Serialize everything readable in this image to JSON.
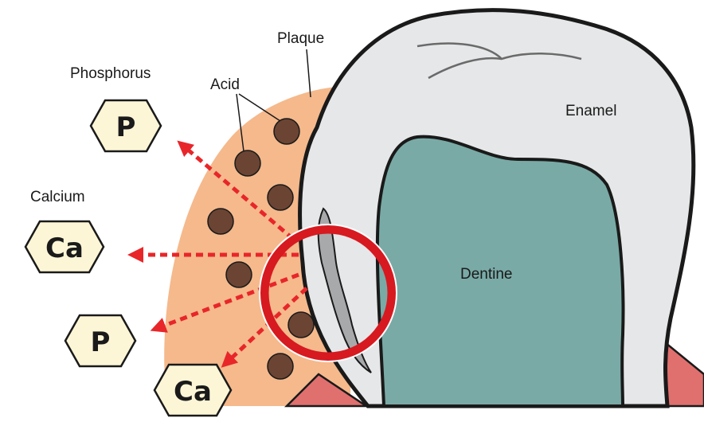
{
  "labels": {
    "plaque": "Plaque",
    "acid": "Acid",
    "phosphorus": "Phosphorus",
    "calcium": "Calcium",
    "enamel": "Enamel",
    "dentine": "Dentine"
  },
  "ions": {
    "p_top": "P",
    "ca_mid": "Ca",
    "p_low": "P",
    "ca_low": "Ca"
  },
  "colors": {
    "plaque": "#f5b98c",
    "acid_particle": "#6b4433",
    "enamel": "#e6e7e8",
    "dentine": "#79aaa6",
    "gum": "#e0706e",
    "arrow": "#e8262a",
    "ion_hexagon": "#fdf6d6",
    "lesion": "#a8a9ab"
  }
}
